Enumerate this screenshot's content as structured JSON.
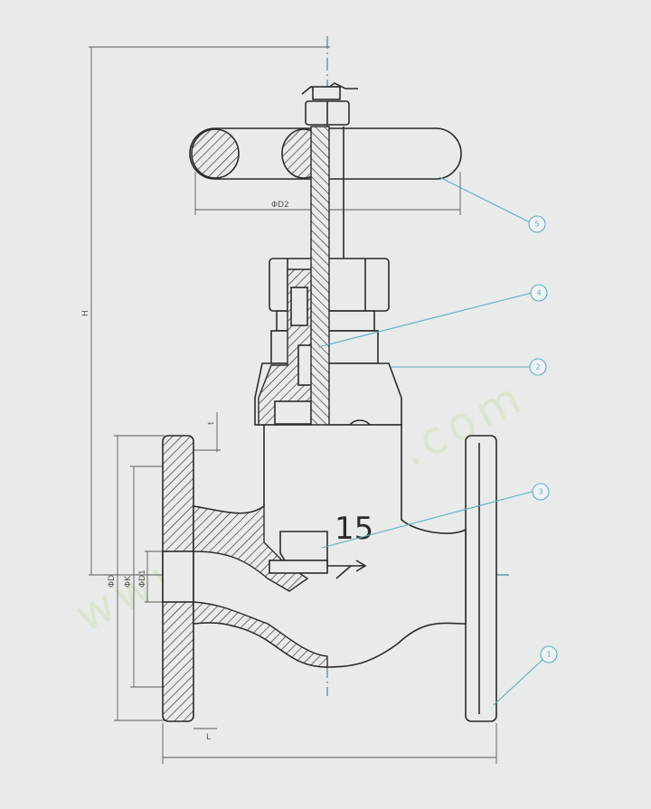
{
  "drawing": {
    "casting_mark": "15",
    "dimension_labels": {
      "handwheel_diameter": "ΦD2",
      "overall_height": "H",
      "flange_thickness": "t",
      "flange_diameters": [
        "ΦD",
        "ΦK",
        "ΦD1"
      ],
      "face_to_face": "L"
    },
    "callouts": [
      "1",
      "2",
      "3",
      "4",
      "5"
    ],
    "watermark": "www.kr-valve.com"
  },
  "colors": {
    "background": "#e9eaea",
    "line": "#2b2b2b",
    "leader": "#5bb1bf",
    "center_line": "#2a6f86",
    "watermark": "#cde4b9"
  }
}
